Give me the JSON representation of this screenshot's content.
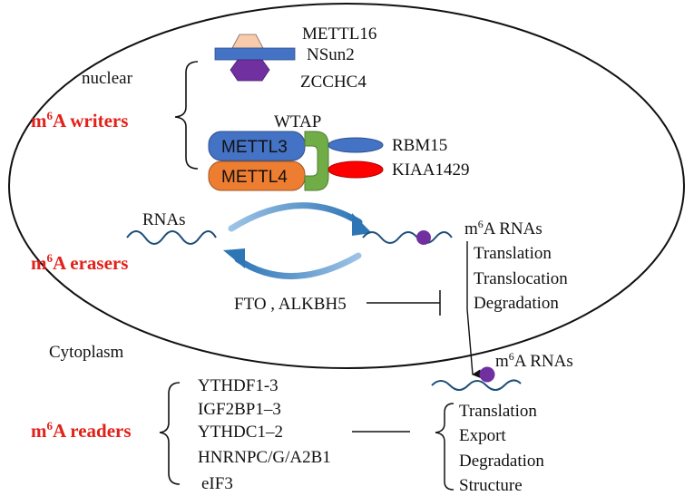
{
  "compartments": {
    "nuclear": "nuclear",
    "cytoplasm": "Cytoplasm"
  },
  "writers": {
    "title_prefix": "m",
    "title_sup": "6",
    "title_rest": "A writers",
    "group1": [
      "METTL16",
      "NSun2",
      "ZCCHC4"
    ],
    "wtap": "WTAP",
    "mettl3": "METTL3",
    "mettl4": "METTL4",
    "rbm15": "RBM15",
    "kiaa1429": "KIAA1429"
  },
  "erasers": {
    "title_prefix": "m",
    "title_sup": "6",
    "title_rest": "A erasers",
    "rnas": "RNAs",
    "enzymes": "FTO , ALKBH5"
  },
  "nuclear_m6a": {
    "prefix": "m",
    "sup": "6",
    "rest": "A RNAs",
    "fates": [
      "Translation",
      "Translocation",
      "Degradation"
    ]
  },
  "readers": {
    "title_prefix": "m",
    "title_sup": "6",
    "title_rest": "A readers",
    "proteins": [
      "YTHDF1-3",
      "IGF2BP1–3",
      "YTHDC1–2",
      "HNRNPC/G/A2B1",
      "eIF3"
    ]
  },
  "cytoplasm_m6a": {
    "prefix": "m",
    "sup": "6",
    "rest": "A RNAs",
    "fates": [
      "Translation",
      "Export",
      "Degradation",
      "Structure"
    ]
  },
  "colors": {
    "writer_title": "#e32019",
    "mettl3_fill": "#4472c4",
    "mettl4_fill": "#ed7d31",
    "wtap_fill": "#70ad47",
    "rbm15_fill": "#4472c4",
    "kiaa1429_fill": "#ff0000",
    "methyl_dot": "#7030a0",
    "rna_wave": "#1f4e79",
    "cycle_arrow": "#2e75b6"
  }
}
